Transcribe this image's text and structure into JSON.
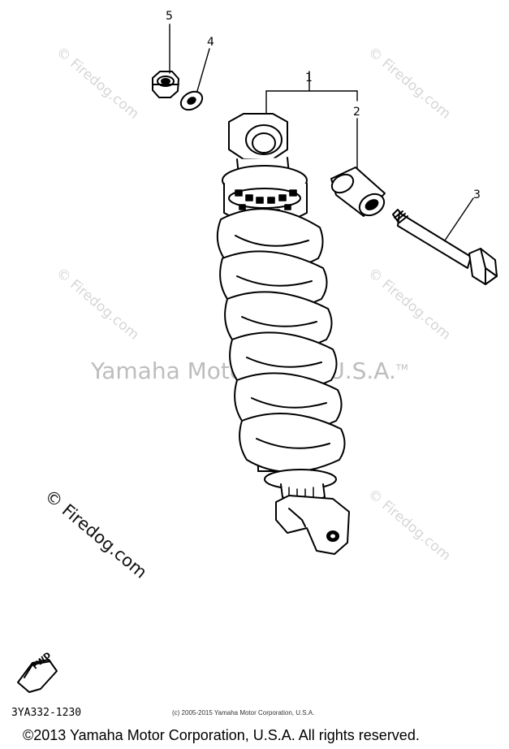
{
  "callouts": {
    "c1": "1",
    "c2": "2",
    "c3": "3",
    "c4": "4",
    "c5": "5"
  },
  "watermarks": {
    "small": "© Firedog.com",
    "big": "© Firedog.com",
    "center": "Yamaha Motor Corp. U.S.A.",
    "center_tm": "TM"
  },
  "fwd_label": "FWD",
  "part_code": "3YA332-1230",
  "small_copyright": "(c) 2005-2015 Yamaha Motor Corporation, U.S.A.",
  "footer": "©2013 Yamaha Motor Corporation, U.S.A. All rights reserved."
}
